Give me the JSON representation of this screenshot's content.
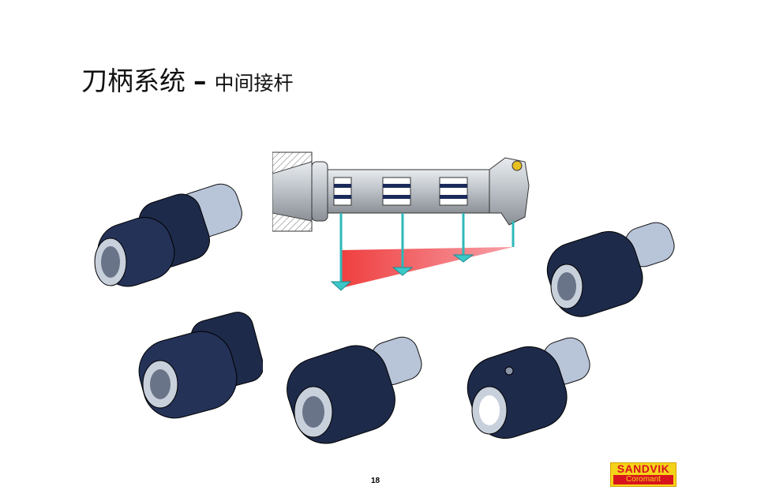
{
  "slide": {
    "title_main": "刀柄系统",
    "title_dash": "–",
    "title_sub": "中间接杆",
    "page_number": "18"
  },
  "logo": {
    "brand": "SANDVIK",
    "sub_brand": "Coromant",
    "colors": {
      "yellow": "#f5d31a",
      "red": "#d8141c"
    }
  },
  "figures": [
    {
      "name": "boring-bar-deflection-diagram",
      "description": "Spindle with tool holder and extensions, deflection arrows over red triangle"
    },
    {
      "name": "tool-holder-1"
    },
    {
      "name": "tool-holder-2"
    },
    {
      "name": "tool-holder-3"
    },
    {
      "name": "tool-holder-4"
    },
    {
      "name": "tool-holder-5"
    },
    {
      "name": "tool-holder-6"
    }
  ],
  "colors": {
    "holder_body": "#1e2a4a",
    "shank": "#b8c4d8",
    "arrow": "#3cc7c8",
    "deflection_fill": "#ef4a4a"
  }
}
